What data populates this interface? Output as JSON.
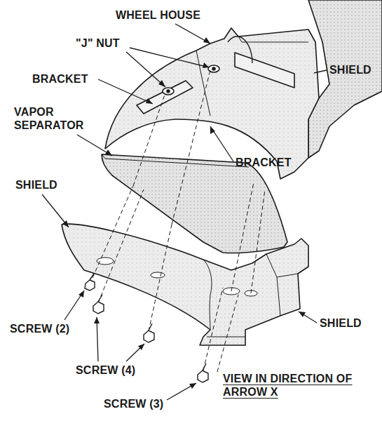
{
  "diagram": {
    "labels": [
      "WHEEL HOUSE",
      "\"J\" NUT",
      "SHIELD",
      "BRACKET",
      "VAPOR SEPARATOR",
      "BRACKET",
      "SHIELD",
      "SHIELD",
      "SCREW (2)",
      "SCREW (4)",
      "SCREW (3)",
      "VIEW IN DIRECTION OF ARROW X"
    ]
  }
}
